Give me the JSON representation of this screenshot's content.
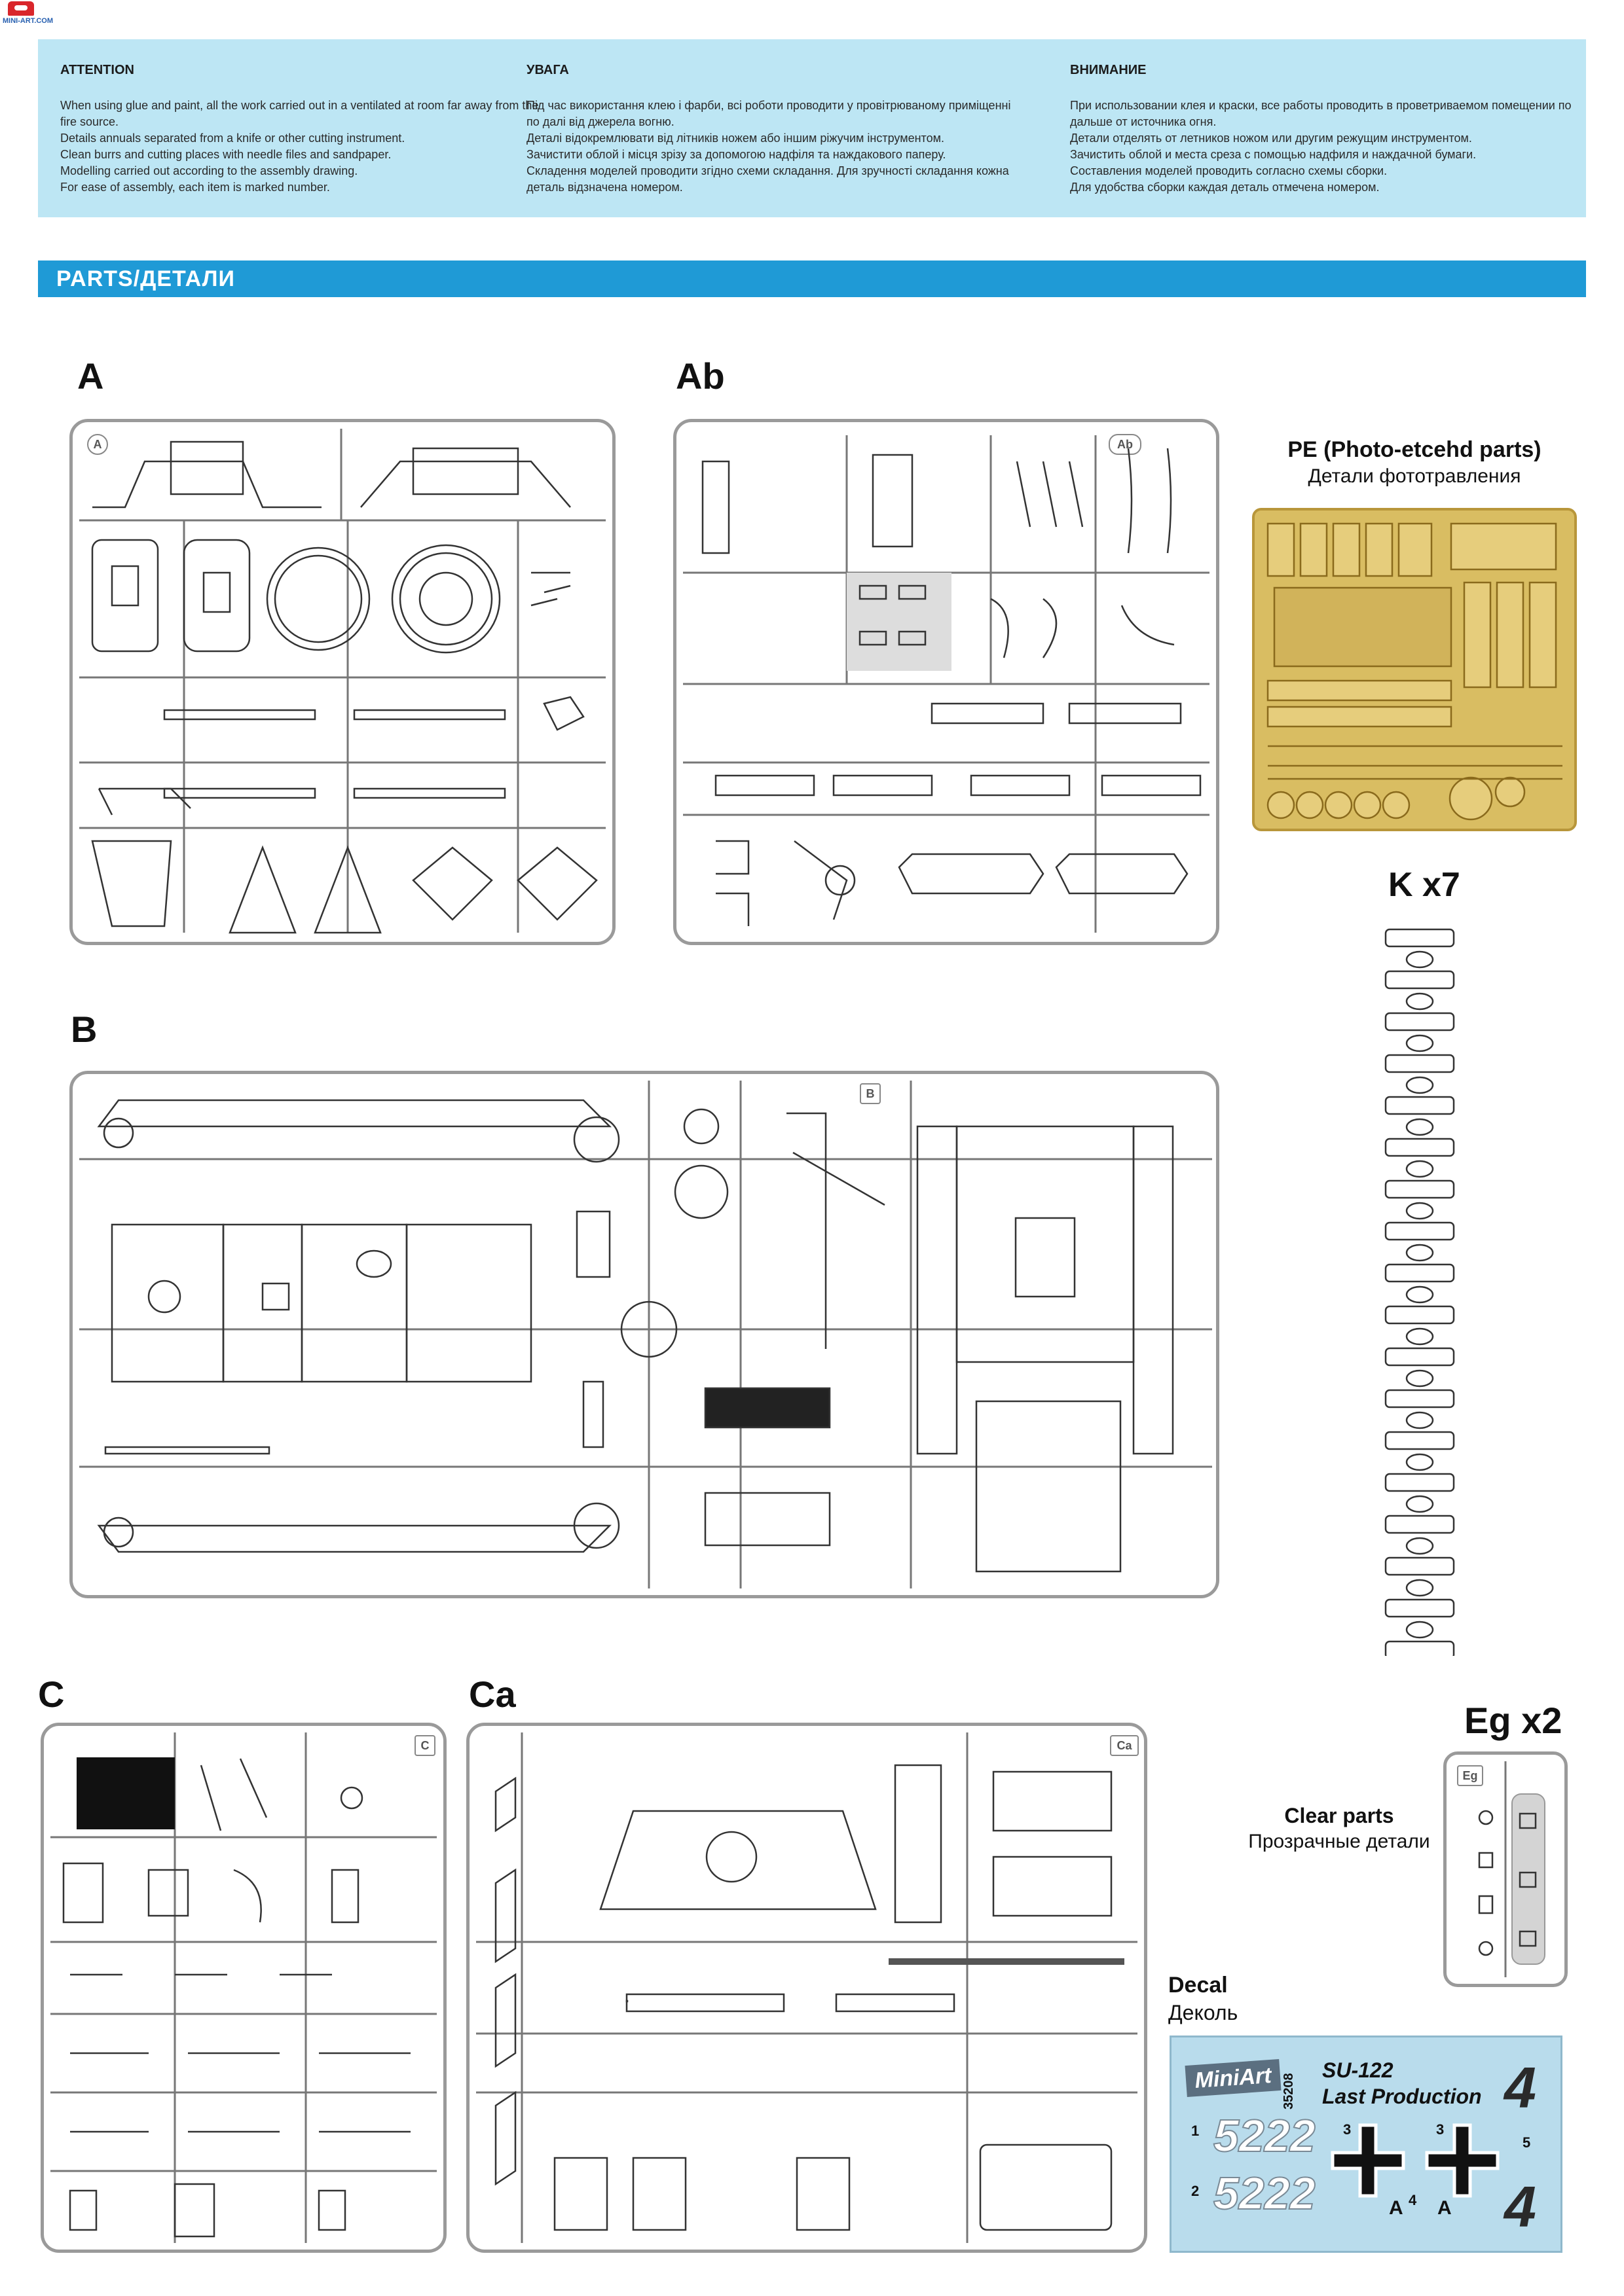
{
  "logo": {
    "caption": "MINI-ART.COM"
  },
  "attention": {
    "columns": [
      {
        "title": "ATTENTION",
        "text": "When using glue and paint, all the work carried out in a ventilated at room far away from the fire source.\nDetails annuals separated from a knife or other cutting instrument.\nClean burrs and cutting places with needle files and sandpaper.\nModelling carried out according to the assembly drawing.\nFor ease of assembly, each item is marked number."
      },
      {
        "title": "УВАГА",
        "text": "Під час використання клею і фарби, всі роботи проводити у провітрюваному приміщенні по далі від джерела вогню.\nДеталі відокремлювати від літників ножем або іншим ріжучим інструментом.\nЗачистити облой і місця зрізу за допомогою надфіля та наждакового паперу.\nСкладення моделей проводити згідно схеми складання. Для зручності складання кожна деталь відзначена номером."
      },
      {
        "title": "ВНИМАНИЕ",
        "text": "При использовании клея и краски, все работы проводить в проветриваемом помещении по дальше от источника огня.\nДетали отделять от летников ножом или другим режущим инструментом.\nЗачистить облой и места среза с помощью надфиля и наждачной бумаги.\nСоставления моделей проводить согласно схемы сборки.\nДля удобства сборки каждая деталь отмечена номером."
      }
    ]
  },
  "parts_header": "PARTS/ДЕТАЛИ",
  "sprues": {
    "A": {
      "label": "A",
      "tag": "A"
    },
    "Ab": {
      "label": "Ab",
      "tag": "Ab"
    },
    "B": {
      "label": "B",
      "tag": "B"
    },
    "C": {
      "label": "C",
      "tag": "C"
    },
    "Ca": {
      "label": "Ca",
      "tag": "Ca"
    },
    "Eg": {
      "label": "Eg x2",
      "tag": "Eg"
    }
  },
  "pe": {
    "title": "PE (Photo-etcehd parts)",
    "subtitle": "Детали фототравления"
  },
  "k": {
    "label": "K x7"
  },
  "clear": {
    "title": "Clear parts",
    "subtitle": "Прозрачные детали"
  },
  "decal": {
    "title": "Decal",
    "subtitle": "Деколь",
    "brand": "MiniArt",
    "code": "35208",
    "model": "SU-122",
    "production": "Last Production",
    "n1": "1",
    "n2": "2",
    "n3": "3",
    "n3b": "3",
    "n4": "4",
    "n5": "5",
    "number_top": "5222",
    "number_bottom": "5222",
    "digit_top": "4",
    "digit_bottom": "4",
    "letter_a1": "A",
    "letter_a2": "A"
  }
}
